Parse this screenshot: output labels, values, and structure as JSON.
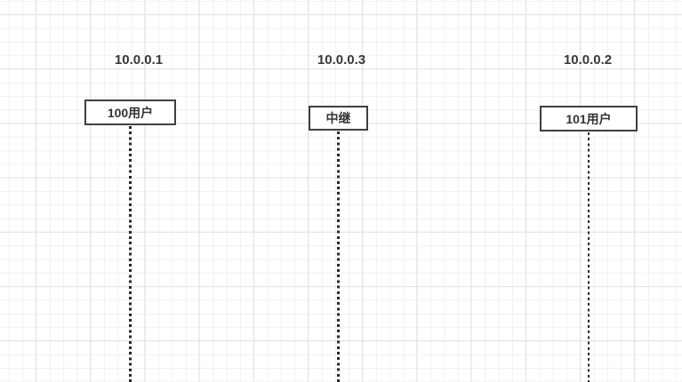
{
  "diagram": {
    "type": "sequence-diagram-lifelines",
    "colors": {
      "background": "#ffffff",
      "grid_minor": "#f1f1f4",
      "grid_major": "#e4e4e8",
      "box_border": "#404040",
      "lifeline": "#282828",
      "text": "#333333"
    },
    "lifelines": [
      {
        "ip": "10.0.0.1",
        "label": "100用户"
      },
      {
        "ip": "10.0.0.3",
        "label": "中继"
      },
      {
        "ip": "10.0.0.2",
        "label": "101用户"
      }
    ]
  }
}
